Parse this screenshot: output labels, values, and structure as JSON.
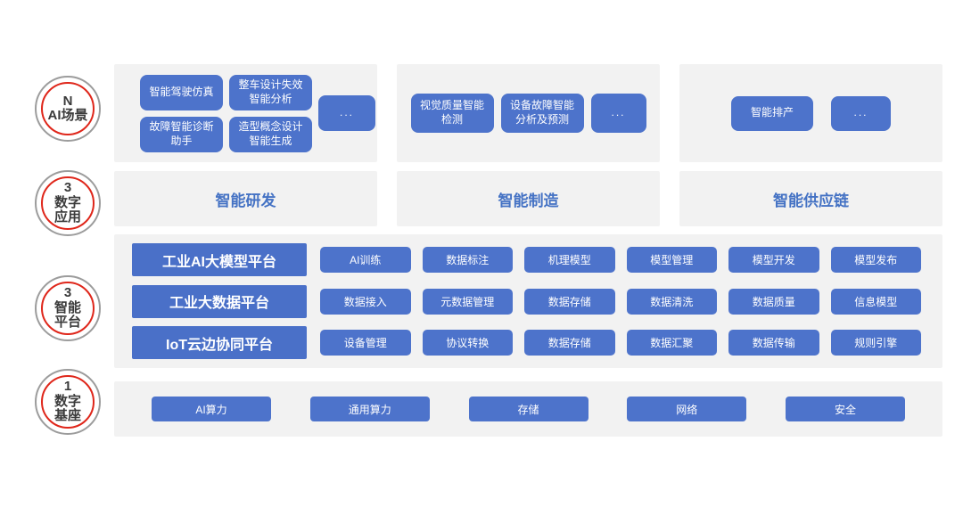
{
  "colors": {
    "panel_bg": "#f2f2f2",
    "button_blue": "#4d73cb",
    "platform_label_blue": "#4a70c8",
    "title_blue": "#4472c4",
    "badge_ring_red": "#df261a",
    "badge_ring_gray": "#9c9c9c"
  },
  "badges": [
    {
      "count": "N",
      "label": "AI场景"
    },
    {
      "count": "3",
      "label": "数字\n应用"
    },
    {
      "count": "3",
      "label": "智能\n平台"
    },
    {
      "count": "1",
      "label": "数字\n基座"
    }
  ],
  "scenario_row": {
    "panels": [
      {
        "buttons": [
          "智能驾驶仿真",
          "整车设计失效\n智能分析",
          "故障智能诊断\n助手",
          "造型概念设计\n智能生成"
        ],
        "more": "..."
      },
      {
        "buttons": [
          "视觉质量智能\n检测",
          "设备故障智能\n分析及预测"
        ],
        "more": "..."
      },
      {
        "buttons": [
          "智能排产"
        ],
        "more": "..."
      }
    ]
  },
  "application_row": {
    "titles": [
      "智能研发",
      "智能制造",
      "智能供应链"
    ]
  },
  "platform_row": {
    "platforms": [
      {
        "label": "工业AI大模型平台",
        "buttons": [
          "AI训练",
          "数据标注",
          "机理模型",
          "模型管理",
          "模型开发",
          "模型发布"
        ]
      },
      {
        "label": "工业大数据平台",
        "buttons": [
          "数据接入",
          "元数据管理",
          "数据存储",
          "数据清洗",
          "数据质量",
          "信息模型"
        ]
      },
      {
        "label": "IoT云边协同平台",
        "buttons": [
          "设备管理",
          "协议转换",
          "数据存储",
          "数据汇聚",
          "数据传输",
          "规则引擎"
        ]
      }
    ]
  },
  "foundation_row": {
    "buttons": [
      "AI算力",
      "通用算力",
      "存储",
      "网络",
      "安全"
    ]
  }
}
